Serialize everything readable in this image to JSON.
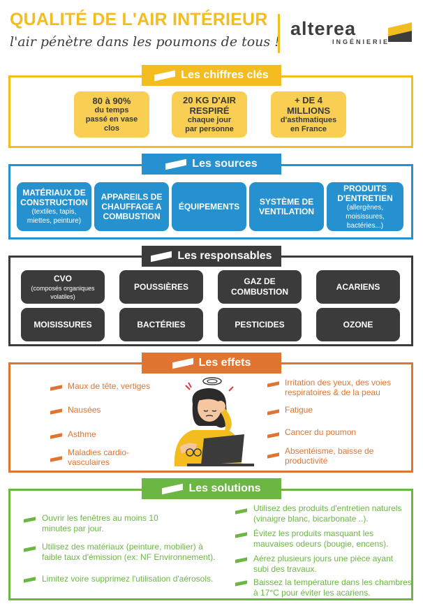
{
  "header": {
    "title": "QUALITÉ DE L'AIR INTÉRIEUR",
    "subtitle": "l'air pénètre dans les poumons de tous !",
    "logo_word": "alterea",
    "logo_sub": "INGÉNIERIE"
  },
  "colors": {
    "yellow": "#f3bd1f",
    "blue": "#2592cf",
    "dark": "#3b3b3b",
    "orange": "#e07531",
    "green": "#6cb743"
  },
  "key_figures": {
    "heading": "Les chiffres clés",
    "items": [
      {
        "big": "80 à 90%",
        "small": "du temps passé en vase clos"
      },
      {
        "big": "20 KG D'AIR RESPIRÉ",
        "small": "chaque jour par personne"
      },
      {
        "big": "+ DE 4 MILLIONS",
        "small": "d'asthmatiques en France"
      }
    ]
  },
  "sources": {
    "heading": "Les sources",
    "items": [
      {
        "big": "MATÉRIAUX DE CONSTRUCTION",
        "small": "(textiles, tapis, miettes, peinture)"
      },
      {
        "big": "APPAREILS DE CHAUFFAGE A COMBUSTION",
        "small": ""
      },
      {
        "big": "ÉQUIPEMENTS",
        "small": ""
      },
      {
        "big": "SYSTÈME DE VENTILATION",
        "small": ""
      },
      {
        "big": "PRODUITS D'ENTRETIEN",
        "small": "(allergènes, moisissures, bactéries...)"
      }
    ]
  },
  "responsables": {
    "heading": "Les responsables",
    "items": [
      {
        "big": "CVO",
        "small": "(composés organiques volatiles)"
      },
      {
        "big": "POUSSIÈRES",
        "small": ""
      },
      {
        "big": "GAZ DE COMBUSTION",
        "small": ""
      },
      {
        "big": "ACARIENS",
        "small": ""
      },
      {
        "big": "MOISISSURES",
        "small": ""
      },
      {
        "big": "BACTÉRIES",
        "small": ""
      },
      {
        "big": "PESTICIDES",
        "small": ""
      },
      {
        "big": "OZONE",
        "small": ""
      }
    ]
  },
  "effets": {
    "heading": "Les effets",
    "left": [
      "Maux de tête, vertiges",
      "Nausées",
      "Asthme",
      "Maladies cardio-vasculaires"
    ],
    "right": [
      "Irritation des yeux, des voies respiratoires & de la peau",
      "Fatigue",
      "Cancer du poumon",
      "Absentéisme, baisse de productivité"
    ]
  },
  "solutions": {
    "heading": "Les solutions",
    "left": [
      "Ouvrir les fenêtres au moins 10 minutes par jour.",
      "Utilisez des matériaux (peinture, mobilier) à faible taux d'émission (ex: NF Environnement).",
      "Limitez voire supprimez l'utilisation d'aérosols."
    ],
    "right": [
      "Utilisez des produits d'entretien naturels (vinaigre blanc, bicarbonate ..).",
      "Évitez les produits masquant les mauvaises odeurs (bougie, encens).",
      "Aérez plusieurs jours une pièce ayant subi des travaux.",
      "Baissez la température dans les chambres à 17°C pour éviter les acariens."
    ]
  }
}
